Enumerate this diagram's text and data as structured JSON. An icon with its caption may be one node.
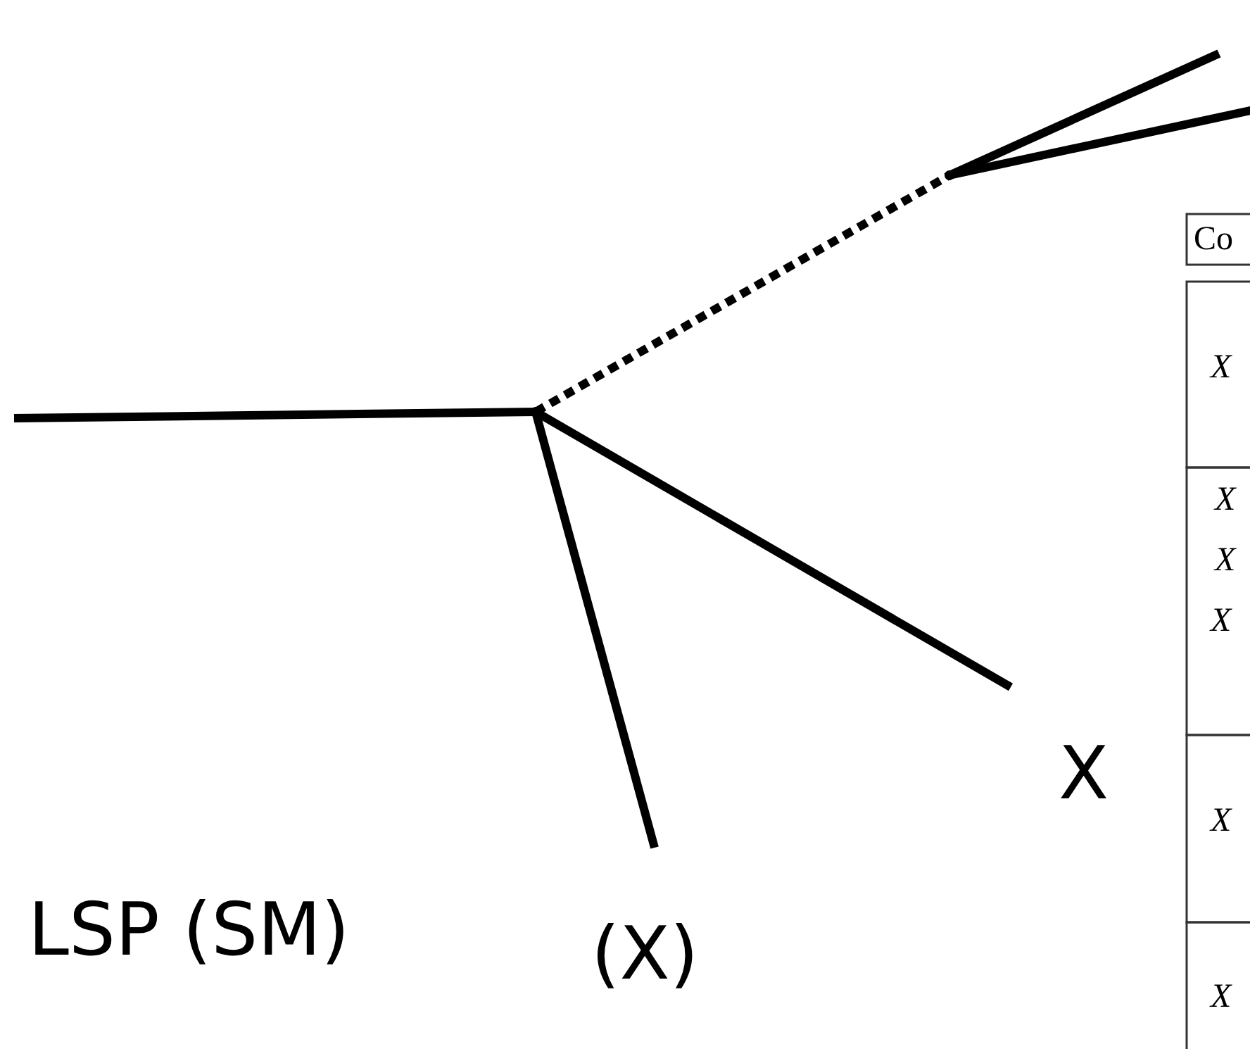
{
  "diagram": {
    "nodes": [
      {
        "text": [],
        "shape": "dot"
      },
      {
        "text": [],
        "shape": "dot"
      },
      {
        "text": [
          "X"
        ]
      },
      {
        "text": [
          "(X)"
        ]
      }
    ],
    "edges": [
      {
        "from": null,
        "to": 0,
        "arrow": "none"
      },
      {
        "from": 0,
        "to": 3,
        "arrow": "none"
      },
      {
        "from": 0,
        "to": 2,
        "arrow": "none"
      },
      {
        "from": 0,
        "to": 1,
        "arrow": "none",
        "style": "dashed"
      },
      {
        "from": 1,
        "to": null,
        "arrow": "none"
      },
      {
        "from": 1,
        "to": null,
        "arrow": "none"
      }
    ],
    "labels": [
      "LSP (SM)",
      "Co",
      "X",
      "X",
      "X",
      "X",
      "X",
      "X"
    ]
  }
}
